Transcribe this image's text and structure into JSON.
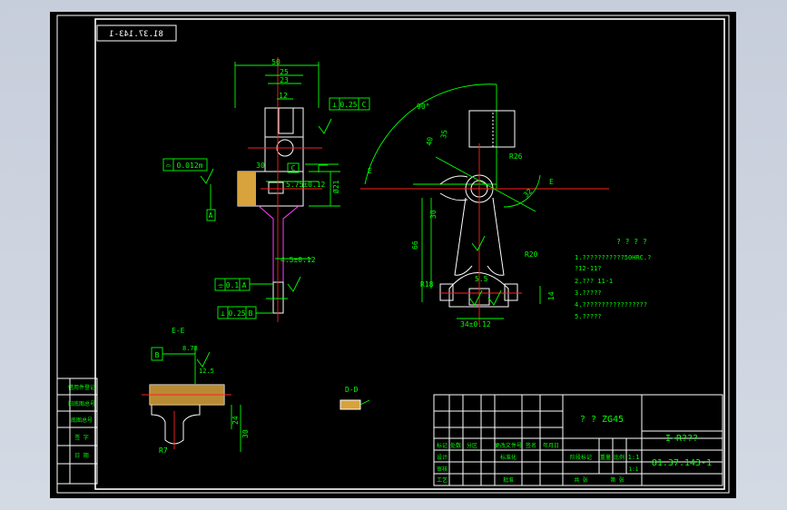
{
  "drawing": {
    "corner_code": "81.37.143-1",
    "material": "? ? ZG45",
    "part_name": "I-R???",
    "drawing_number": "81.37.143-1",
    "scale": "1:1",
    "sheet": "1:1"
  },
  "sections": {
    "ee": "E-E",
    "dd": "D-D"
  },
  "tech_requirements": {
    "title": "? ? ? ?",
    "items": [
      "1.???????????50HRC.?",
      "?12-11?",
      "2.??? 11-1",
      "3.?????",
      "4.?????????????????",
      "5.?????"
    ]
  },
  "dimensions": {
    "d50": "50",
    "d25": "25",
    "d23": "23",
    "d12": "12",
    "tol_025c": "0.25",
    "datum_c": "C",
    "tol_0012": "0.012m",
    "d30": "30",
    "d575": "5.75±0.12",
    "d21": "Ø21",
    "d45": "4.5±0.12",
    "tol_01a": "0.1",
    "datum_a": "A",
    "tol_025b": "0.25",
    "datum_b": "B",
    "d90": "90°",
    "d40": "40",
    "d35": "35",
    "r26": "R26",
    "d32": "32",
    "d30b": "30",
    "r20": "R20",
    "r18": "R18",
    "d14": "14",
    "d55": "5.5",
    "d66": "66",
    "d34": "34±0.12",
    "d30c": "30",
    "d8": "8.78",
    "d24": "24",
    "r7": "R7",
    "rough": "12.5"
  },
  "title_block": {
    "row1": [
      "标记",
      "处数",
      "分区",
      "更改文件号",
      "签名",
      "年月日"
    ],
    "row2": [
      "设计",
      "",
      "标准化",
      "",
      "阶段标记",
      "重量",
      "比例"
    ],
    "row3": [
      "审核",
      "",
      "",
      "",
      "",
      "",
      "1:1"
    ],
    "row4": [
      "工艺",
      "",
      "批准",
      "",
      "共 张",
      "第 张"
    ]
  },
  "left_strip": [
    "借用件登记",
    "旧底图总号",
    "底图总号",
    "签 字",
    "日 期"
  ]
}
